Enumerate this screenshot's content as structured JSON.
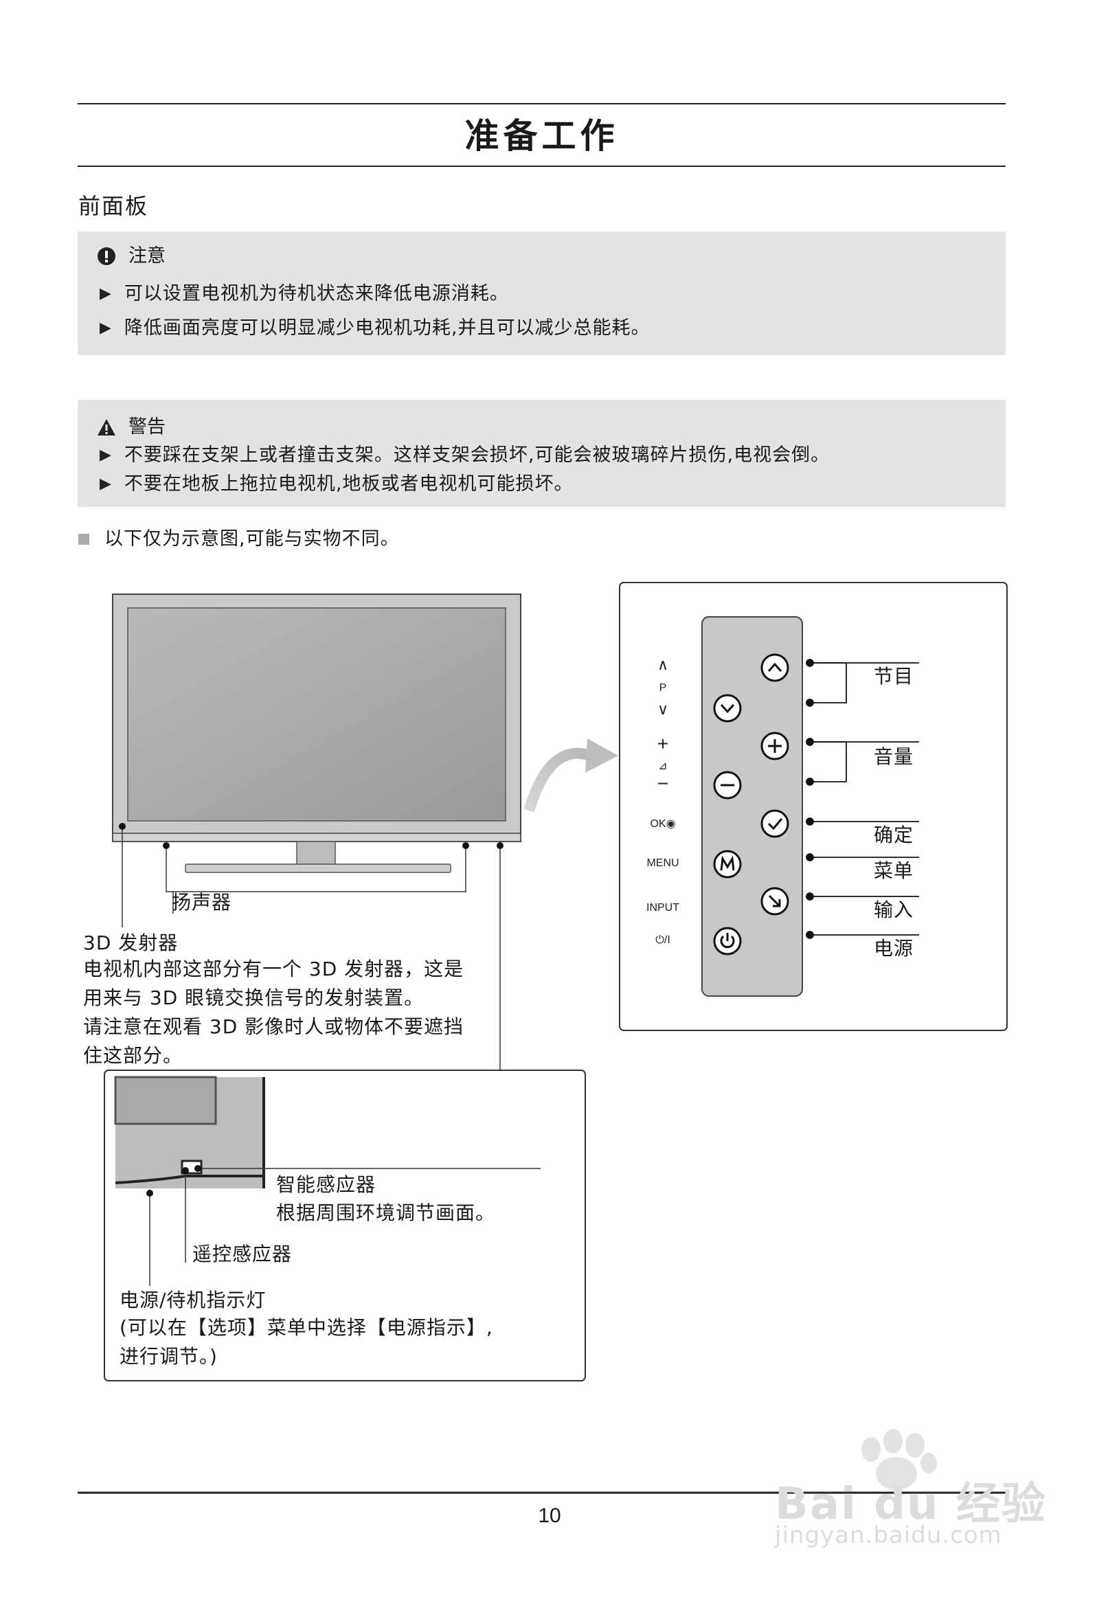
{
  "page": {
    "title": "准备工作",
    "section": "前面板",
    "page_number": "10"
  },
  "note": {
    "heading": "注意",
    "items": [
      "可以设置电视机为待机状态来降低电源消耗。",
      "降低画面亮度可以明显减少电视机功耗,并且可以减少总能耗。"
    ]
  },
  "warning": {
    "heading": "警告",
    "items": [
      "不要踩在支架上或者撞击支架。这样支架会损坏,可能会被玻璃碎片损伤,电视会倒。",
      "不要在地板上拖拉电视机,地板或者电视机可能损坏。"
    ]
  },
  "disclaimer": "以下仅为示意图,可能与实物不同。",
  "tv_labels": {
    "speaker": "扬声器",
    "emitter_title": "3D 发射器",
    "emitter_desc": [
      "电视机内部这部分有一个 3D 发射器，这是",
      "用来与 3D 眼镜交换信号的发射装置。",
      "请注意在观看 3D 影像时人或物体不要遮挡",
      "住这部分。"
    ]
  },
  "detail": {
    "smart_sensor_title": "智能感应器",
    "smart_sensor_desc": "根据周围环境调节画面。",
    "remote_sensor": "遥控感应器",
    "power_led_title": "电源/待机指示灯",
    "power_led_desc": [
      "(可以在【选项】菜单中选择【电源指示】,",
      "进行调节。)"
    ]
  },
  "panel": {
    "side_labels": {
      "up": "∧",
      "p": "P",
      "down": "∨",
      "plus": "+",
      "vol": "⊿",
      "minus": "−",
      "ok": "OK◉",
      "menu": "MENU",
      "input": "INPUT",
      "power": "⏻/I"
    },
    "callouts": {
      "program": "节目",
      "volume": "音量",
      "confirm": "确定",
      "menu": "菜单",
      "input": "输入",
      "power": "电源"
    }
  },
  "watermark": {
    "brand": "Bai du 经验",
    "url": "jingyan.baidu.com"
  },
  "colors": {
    "note_bg": "#e3e3e3",
    "panel_fill": "#c8c8c8",
    "screen_gray": "#a9a9a9"
  }
}
